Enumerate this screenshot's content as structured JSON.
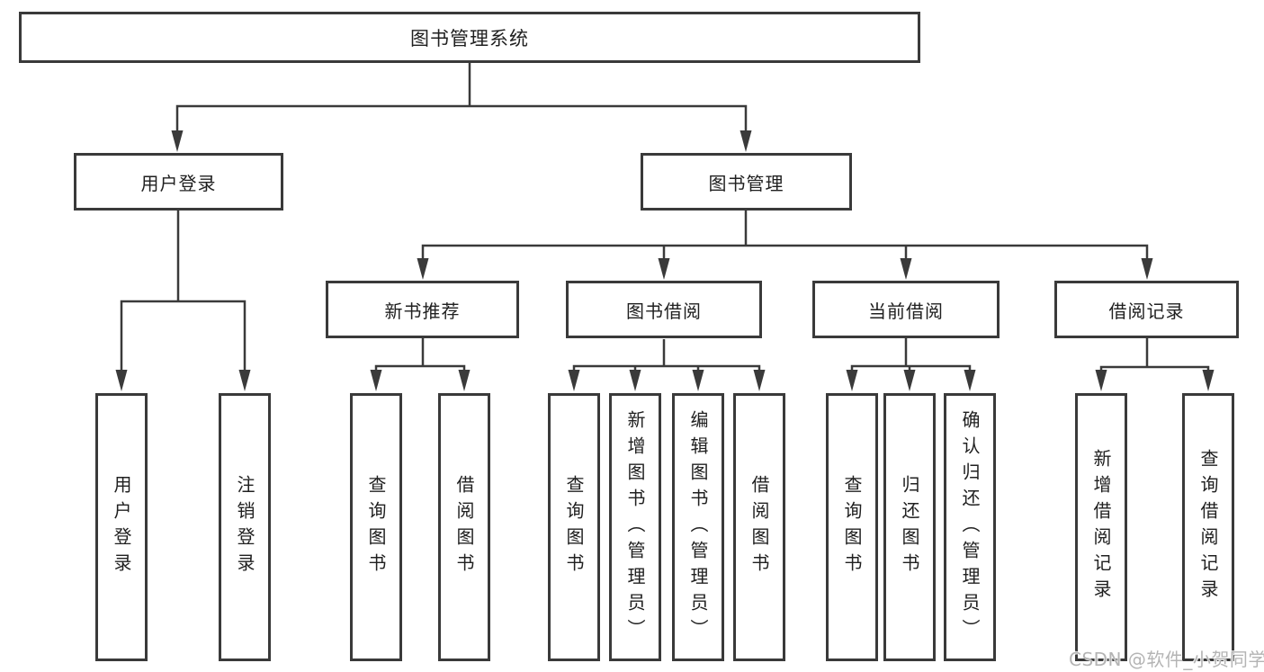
{
  "tree": {
    "root": {
      "label": "图书管理系统"
    },
    "children": [
      {
        "label": "用户登录",
        "children": [
          {
            "label": "用户登录"
          },
          {
            "label": "注销登录"
          }
        ]
      },
      {
        "label": "图书管理",
        "children": [
          {
            "label": "新书推荐",
            "children": [
              {
                "label": "查询图书"
              },
              {
                "label": "借阅图书"
              }
            ]
          },
          {
            "label": "图书借阅",
            "children": [
              {
                "label": "查询图书"
              },
              {
                "label": "新增图书（管理员）"
              },
              {
                "label": "编辑图书（管理员）"
              },
              {
                "label": "借阅图书"
              }
            ]
          },
          {
            "label": "当前借阅",
            "children": [
              {
                "label": "查询图书"
              },
              {
                "label": "归还图书"
              },
              {
                "label": "确认归还（管理员）"
              }
            ]
          },
          {
            "label": "借阅记录",
            "children": [
              {
                "label": "新增借阅记录"
              },
              {
                "label": "查询借阅记录"
              }
            ]
          }
        ]
      }
    ]
  },
  "watermark": {
    "text": "CSDN @软件_小贺同学"
  },
  "colors": {
    "line": "#3a3a3a",
    "box_border": "#3a3a3a",
    "text": "#202020",
    "watermark": "#b4b4b4",
    "background": "#ffffff"
  }
}
